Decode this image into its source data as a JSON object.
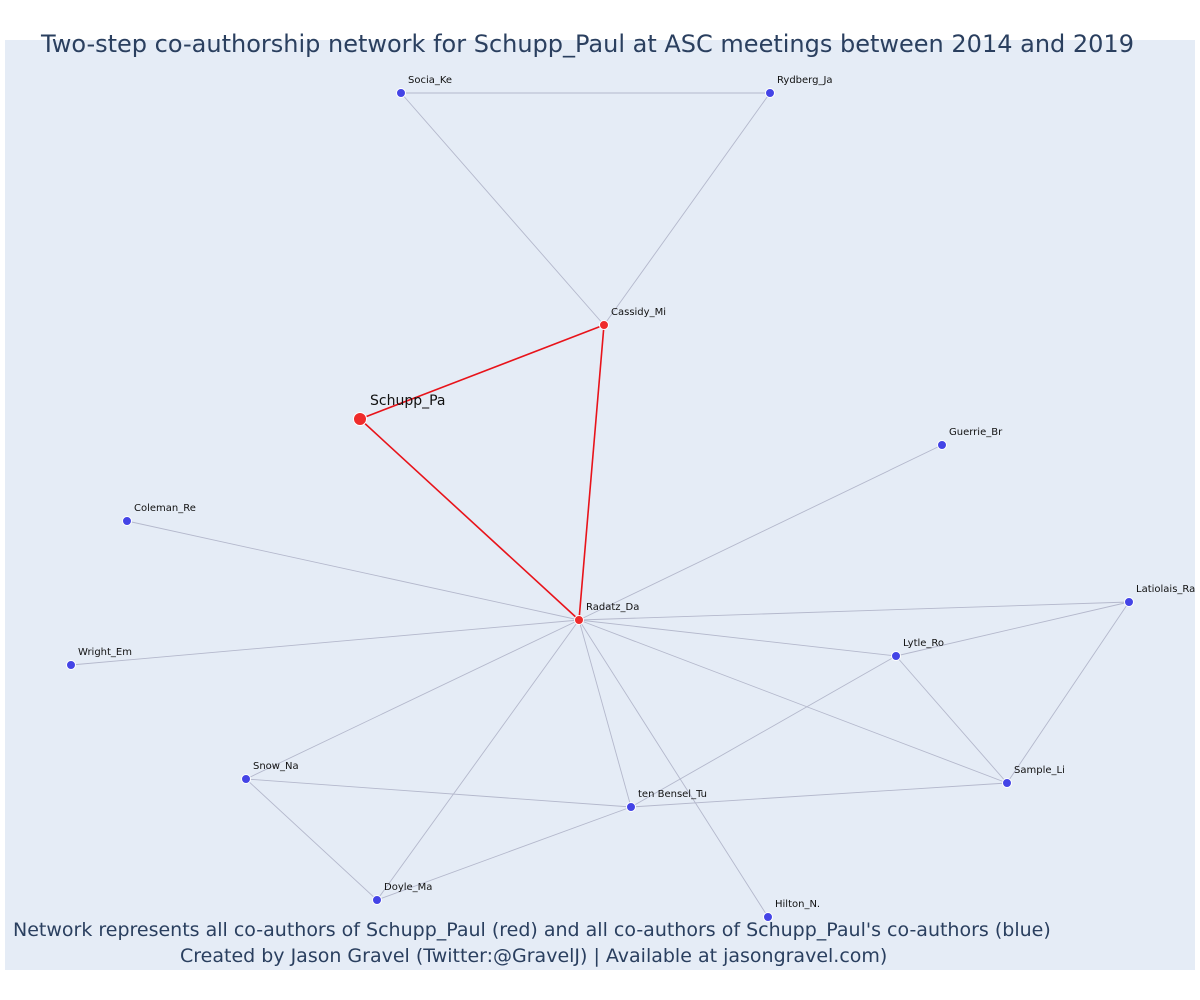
{
  "title": "Two-step co-authorship network for Schupp_Paul at ASC meetings between 2014 and 2019",
  "footer": {
    "line1": "Network represents all co-authors of Schupp_Paul (red) and all co-authors of Schupp_Paul's co-authors (blue)",
    "line2": "Created by Jason Gravel (Twitter:@GravelJ) | Available at jasongravel.com)"
  },
  "colors": {
    "background": "#e5ecf6",
    "focal": "#ef2b2b",
    "coauthor": "#ef2b2b",
    "second_step": "#4444e6",
    "edge_grey": "#b4b8cc",
    "edge_red": "#e8131a"
  },
  "nodes": [
    {
      "id": "Schupp_Pa",
      "label": "Schupp_Pa",
      "group": "focal"
    },
    {
      "id": "Cassidy_Mi",
      "label": "Cassidy_Mi",
      "group": "coauthor"
    },
    {
      "id": "Radatz_Da",
      "label": "Radatz_Da",
      "group": "coauthor"
    },
    {
      "id": "Socia_Ke",
      "label": "Socia_Ke",
      "group": "second_step"
    },
    {
      "id": "Rydberg_Ja",
      "label": "Rydberg_Ja",
      "group": "second_step"
    },
    {
      "id": "Guerrie_Br",
      "label": "Guerrie_Br",
      "group": "second_step"
    },
    {
      "id": "Coleman_Re",
      "label": "Coleman_Re",
      "group": "second_step"
    },
    {
      "id": "Latiolais_Ra",
      "label": "Latiolais_Ra",
      "group": "second_step"
    },
    {
      "id": "Wright_Em",
      "label": "Wright_Em",
      "group": "second_step"
    },
    {
      "id": "Lytle_Ro",
      "label": "Lytle_Ro",
      "group": "second_step"
    },
    {
      "id": "Snow_Na",
      "label": "Snow_Na",
      "group": "second_step"
    },
    {
      "id": "Sample_Li",
      "label": "Sample_Li",
      "group": "second_step"
    },
    {
      "id": "ten Bensel_Tu",
      "label": "ten Bensel_Tu",
      "group": "second_step"
    },
    {
      "id": "Doyle_Ma",
      "label": "Doyle_Ma",
      "group": "second_step"
    },
    {
      "id": "Hilton_N.",
      "label": "Hilton_N.",
      "group": "second_step"
    }
  ],
  "edges": [
    {
      "source": "Schupp_Pa",
      "target": "Cassidy_Mi",
      "type": "focal"
    },
    {
      "source": "Schupp_Pa",
      "target": "Radatz_Da",
      "type": "focal"
    },
    {
      "source": "Cassidy_Mi",
      "target": "Radatz_Da",
      "type": "focal"
    },
    {
      "source": "Socia_Ke",
      "target": "Rydberg_Ja",
      "type": "other"
    },
    {
      "source": "Socia_Ke",
      "target": "Cassidy_Mi",
      "type": "other"
    },
    {
      "source": "Rydberg_Ja",
      "target": "Cassidy_Mi",
      "type": "other"
    },
    {
      "source": "Radatz_Da",
      "target": "Guerrie_Br",
      "type": "other"
    },
    {
      "source": "Radatz_Da",
      "target": "Coleman_Re",
      "type": "other"
    },
    {
      "source": "Radatz_Da",
      "target": "Wright_Em",
      "type": "other"
    },
    {
      "source": "Radatz_Da",
      "target": "Latiolais_Ra",
      "type": "other"
    },
    {
      "source": "Radatz_Da",
      "target": "Lytle_Ro",
      "type": "other"
    },
    {
      "source": "Radatz_Da",
      "target": "Sample_Li",
      "type": "other"
    },
    {
      "source": "Radatz_Da",
      "target": "Snow_Na",
      "type": "other"
    },
    {
      "source": "Radatz_Da",
      "target": "ten Bensel_Tu",
      "type": "other"
    },
    {
      "source": "Radatz_Da",
      "target": "Doyle_Ma",
      "type": "other"
    },
    {
      "source": "Radatz_Da",
      "target": "Hilton_N.",
      "type": "other"
    },
    {
      "source": "Lytle_Ro",
      "target": "Latiolais_Ra",
      "type": "other"
    },
    {
      "source": "Lytle_Ro",
      "target": "Sample_Li",
      "type": "other"
    },
    {
      "source": "Lytle_Ro",
      "target": "ten Bensel_Tu",
      "type": "other"
    },
    {
      "source": "Latiolais_Ra",
      "target": "Sample_Li",
      "type": "other"
    },
    {
      "source": "Sample_Li",
      "target": "ten Bensel_Tu",
      "type": "other"
    },
    {
      "source": "Snow_Na",
      "target": "ten Bensel_Tu",
      "type": "other"
    },
    {
      "source": "Snow_Na",
      "target": "Doyle_Ma",
      "type": "other"
    },
    {
      "source": "Doyle_Ma",
      "target": "ten Bensel_Tu",
      "type": "other"
    }
  ]
}
